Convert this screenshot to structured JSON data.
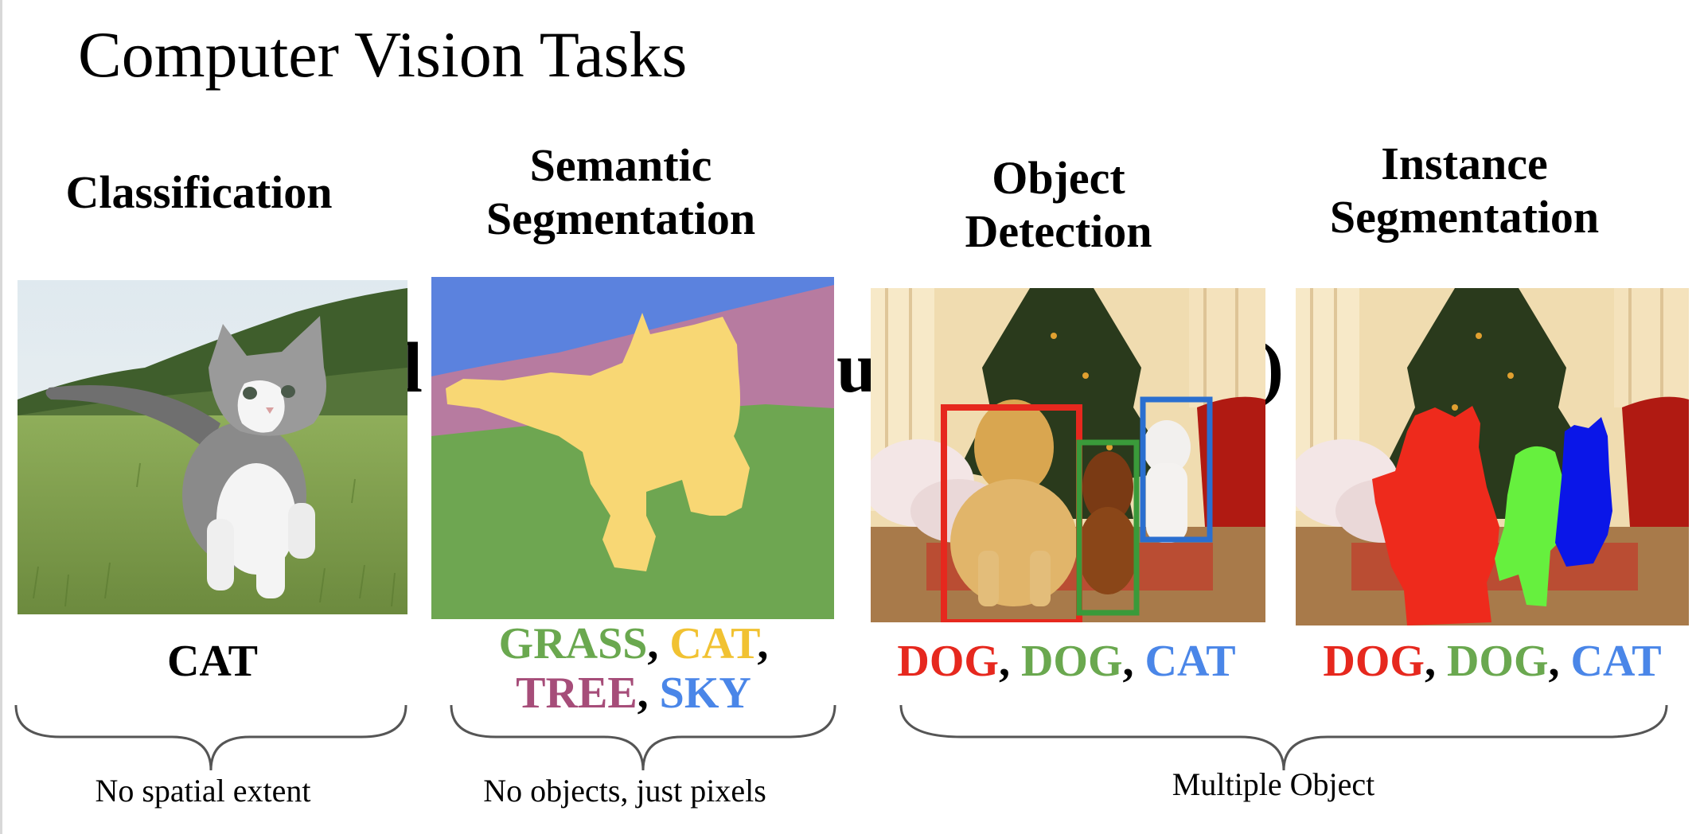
{
  "slide": {
    "title": "Computer Vision Tasks"
  },
  "columns": [
    {
      "heading_lines": [
        "Classification"
      ],
      "label_parts": [
        {
          "text": "CAT",
          "color": "#000000"
        }
      ],
      "caption": "No spatial extent"
    },
    {
      "heading_lines": [
        "Semantic",
        "Segmentation"
      ],
      "label_line1": [
        {
          "text": "GRASS",
          "color": "#6aa84f"
        },
        {
          "text": ", ",
          "color": "#000000"
        },
        {
          "text": "CAT",
          "color": "#f1c232"
        },
        {
          "text": ",",
          "color": "#000000"
        }
      ],
      "label_line2": [
        {
          "text": "TREE",
          "color": "#a64d79"
        },
        {
          "text": ", ",
          "color": "#000000"
        },
        {
          "text": "SKY",
          "color": "#4a86e8"
        }
      ],
      "caption": "No objects, just pixels"
    },
    {
      "heading_lines": [
        "Object",
        "Detection"
      ],
      "label_parts": [
        {
          "text": "DOG",
          "color": "#e6281e"
        },
        {
          "text": ", ",
          "color": "#000000"
        },
        {
          "text": "DOG",
          "color": "#6aa84f"
        },
        {
          "text": ", ",
          "color": "#000000"
        },
        {
          "text": "CAT",
          "color": "#4a86e8"
        }
      ]
    },
    {
      "heading_lines": [
        "Instance",
        "Segmentation"
      ],
      "label_parts": [
        {
          "text": "DOG",
          "color": "#e6281e"
        },
        {
          "text": ", ",
          "color": "#000000"
        },
        {
          "text": "DOG",
          "color": "#6aa84f"
        },
        {
          "text": ", ",
          "color": "#000000"
        },
        {
          "text": "CAT",
          "color": "#4a86e8"
        }
      ]
    }
  ],
  "group_caption": "Multiple Object",
  "colors": {
    "sky": "#5b82de",
    "tree": "#b77ba0",
    "grass": "#6ea651",
    "cat_mask": "#f8d774",
    "box_red": "#e6281e",
    "box_green": "#3a9a3a",
    "box_blue": "#2a6fd0",
    "mask_red": "#ee2a1c",
    "mask_green": "#66f03e",
    "mask_blue": "#0a16e8"
  }
}
